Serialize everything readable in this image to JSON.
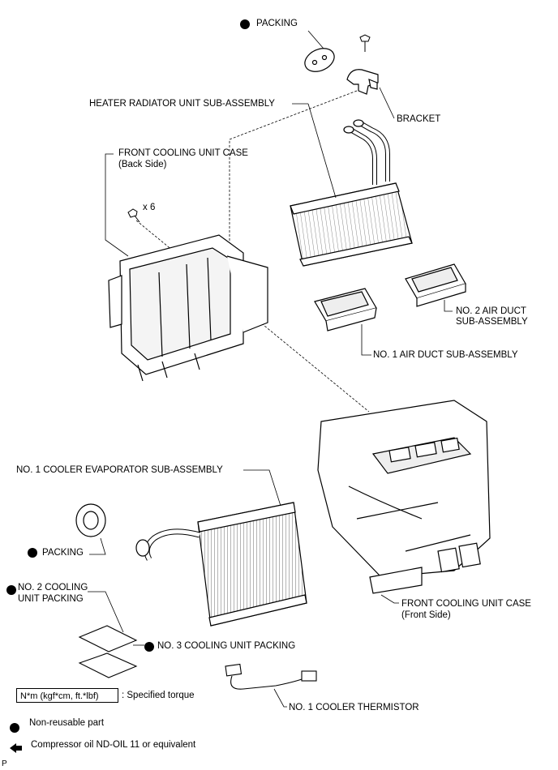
{
  "labels": {
    "packing_top": "PACKING",
    "heater_radiator": "HEATER RADIATOR UNIT SUB-ASSEMBLY",
    "bracket": "BRACKET",
    "front_case_back_line1": "FRONT COOLING UNIT CASE",
    "front_case_back_line2": "(Back Side)",
    "qty_x6": "x 6",
    "no2_air_duct_line1": "NO. 2 AIR DUCT",
    "no2_air_duct_line2": "SUB-ASSEMBLY",
    "no1_air_duct": "NO. 1 AIR DUCT SUB-ASSEMBLY",
    "no1_evaporator": "NO. 1 COOLER EVAPORATOR SUB-ASSEMBLY",
    "packing_mid": "PACKING",
    "no2_packing_line1": "NO. 2 COOLING",
    "no2_packing_line2": "UNIT PACKING",
    "no3_packing": "NO. 3 COOLING UNIT PACKING",
    "front_case_front_line1": "FRONT COOLING UNIT CASE",
    "front_case_front_line2": "(Front Side)",
    "thermistor": "NO. 1 COOLER THERMISTOR"
  },
  "legend": {
    "torque_unit": "N*m (kgf*cm, ft.*lbf)",
    "torque_desc": ": Specified torque",
    "non_reusable": "Non-reusable part",
    "compressor_oil": "Compressor oil ND-OIL 11 or equivalent"
  },
  "footer_code": "P"
}
